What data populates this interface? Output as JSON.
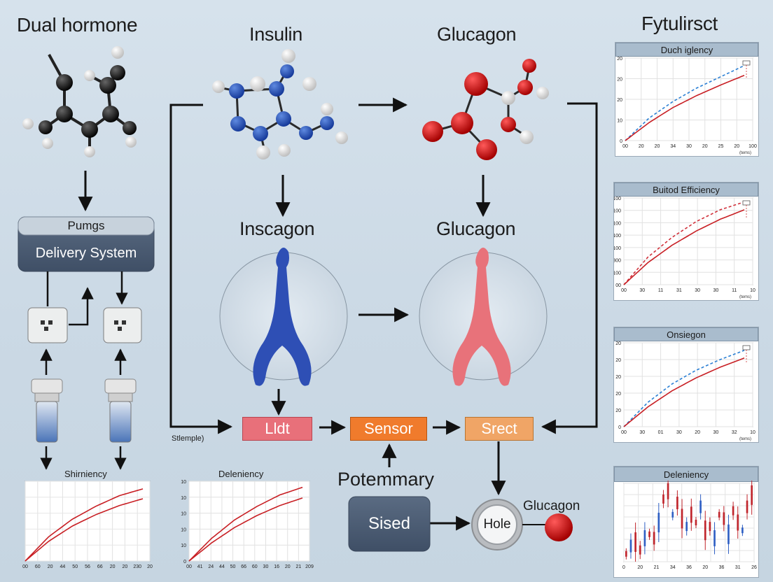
{
  "titles": {
    "dual": "Dual hormone",
    "insulin": "Insulin",
    "glucagon_top": "Glucagon",
    "right_col": "Fytulirsct",
    "inscagon": "Inscagon",
    "glucagon_mid": "Glucagon"
  },
  "pump_box": {
    "top": "Pumgs",
    "bottom": "Delivery System"
  },
  "flow": {
    "box1": "Lldt",
    "box2": "Sensor",
    "box3": "Srect",
    "side_label": "Stlemple)",
    "potemmary": "Potemmary",
    "sised": "Sised",
    "hole": "Hole",
    "glucagon_ball": "Glucagon"
  },
  "colors": {
    "blue_hormone": "#2f4fb5",
    "red_hormone": "#e57279",
    "box1": "#e8707a",
    "box2": "#f07b2c",
    "box3": "#f0a566",
    "dark_box": "#4d5e75"
  },
  "chart_data": [
    {
      "type": "line",
      "title": "Duch iglency",
      "x_ticks": [
        "00",
        "20",
        "20",
        "34",
        "30",
        "20",
        "25",
        "20",
        "100"
      ],
      "y_ticks": [
        "20",
        "20",
        "20",
        "10",
        "0"
      ],
      "xunit": "(tems)",
      "series": [
        {
          "style": "dashed-blue",
          "values": [
            0,
            0.3,
            0.52,
            0.7,
            0.85,
            1.0
          ]
        },
        {
          "style": "solid-red",
          "values": [
            0,
            0.24,
            0.44,
            0.6,
            0.74,
            0.87
          ]
        }
      ]
    },
    {
      "type": "line",
      "title": "Buitod Efficiency",
      "x_ticks": [
        "00",
        "30",
        "11",
        "31",
        "30",
        "30",
        "11",
        "10"
      ],
      "y_ticks": [
        "100",
        "100",
        "100",
        "100",
        "100",
        "300",
        "100",
        "00"
      ],
      "xunit": "(tems)",
      "series": [
        {
          "style": "dashed-red",
          "values": [
            0,
            0.35,
            0.6,
            0.8,
            0.95,
            1.05
          ]
        },
        {
          "style": "solid-red",
          "values": [
            0,
            0.28,
            0.5,
            0.68,
            0.83,
            0.95
          ]
        }
      ]
    },
    {
      "type": "line",
      "title": "Onsiegon",
      "x_ticks": [
        "00",
        "30",
        "01",
        "30",
        "20",
        "30",
        "32",
        "10"
      ],
      "y_ticks": [
        "20",
        "20",
        "20",
        "20",
        "20",
        "0"
      ],
      "xunit": "(tems)",
      "series": [
        {
          "style": "dashed-blue",
          "values": [
            0,
            0.32,
            0.56,
            0.74,
            0.88,
            1.0
          ]
        },
        {
          "style": "solid-red",
          "values": [
            0,
            0.26,
            0.47,
            0.64,
            0.78,
            0.9
          ]
        }
      ]
    },
    {
      "type": "bar",
      "title": "Deleniency",
      "x_ticks": [
        "0",
        "20",
        "21",
        "34",
        "36",
        "20",
        "36",
        "31",
        "26"
      ],
      "values": [
        0.1,
        0.2,
        0.25,
        0.15,
        0.3,
        0.35,
        0.3,
        0.5,
        0.8,
        0.9,
        0.6,
        0.75,
        0.55,
        0.45,
        0.6,
        0.5,
        0.7,
        0.4,
        0.45,
        0.3,
        0.6,
        0.55,
        0.35,
        0.65,
        0.5,
        0.4,
        0.7,
        0.85
      ]
    },
    {
      "type": "line",
      "title": "Shirniency",
      "x_ticks": [
        "00",
        "60",
        "20",
        "44",
        "50",
        "56",
        "66",
        "20",
        "20",
        "230",
        "20"
      ],
      "series": [
        {
          "style": "solid-red",
          "values": [
            0,
            0.32,
            0.55,
            0.72,
            0.86,
            0.95
          ]
        },
        {
          "style": "solid-red",
          "values": [
            0,
            0.26,
            0.46,
            0.61,
            0.73,
            0.82
          ]
        }
      ]
    },
    {
      "type": "line",
      "title": "Deleniency",
      "x_ticks": [
        "00",
        "41",
        "24",
        "44",
        "50",
        "66",
        "60",
        "30",
        "16",
        "20",
        "21",
        "209"
      ],
      "y_ticks": [
        "10",
        "10",
        "10",
        "10",
        "10",
        "0"
      ],
      "series": [
        {
          "style": "solid-red",
          "values": [
            0,
            0.3,
            0.54,
            0.72,
            0.87,
            0.97
          ]
        },
        {
          "style": "solid-red",
          "values": [
            0,
            0.24,
            0.44,
            0.6,
            0.73,
            0.83
          ]
        }
      ]
    }
  ]
}
